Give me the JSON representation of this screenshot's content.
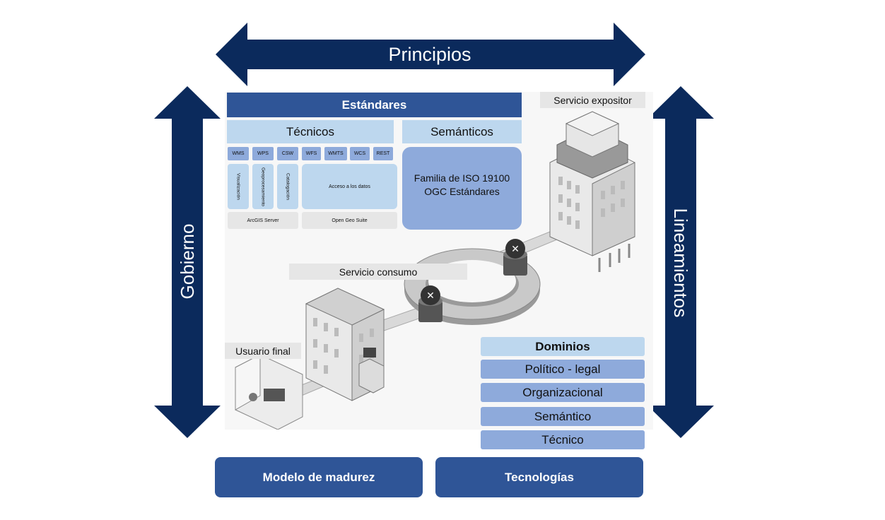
{
  "arrows": {
    "top": "Principios",
    "left": "Gobierno",
    "right": "Lineamientos"
  },
  "standards": {
    "title": "Estándares",
    "technical": {
      "title": "Técnicos",
      "services": [
        "WMS",
        "WPS",
        "CSW",
        "WFS",
        "WMTS",
        "WCS",
        "REST"
      ],
      "functions": [
        "Visualización",
        "Geoprocesamiento",
        "Catalogación"
      ],
      "data_access": "Acceso a los datos",
      "servers": [
        "ArcGIS Server",
        "Open Geo Suite"
      ]
    },
    "semantic": {
      "title": "Semánticos",
      "line1": "Familia de ISO 19100",
      "line2": "OGC Estándares"
    }
  },
  "labels": {
    "exposer": "Servicio expositor",
    "consumer": "Servicio consumo",
    "end_user": "Usuario final"
  },
  "domains": {
    "title": "Dominios",
    "items": [
      "Político - legal",
      "Organizacional",
      "Semántico",
      "Técnico"
    ]
  },
  "bottom": {
    "maturity": "Modelo de madurez",
    "technologies": "Tecnologías"
  },
  "colors": {
    "navy": "#0b2a5c",
    "dark_blue": "#2f5597",
    "light_blue": "#bdd7ee",
    "mid_blue": "#8eaadb"
  }
}
